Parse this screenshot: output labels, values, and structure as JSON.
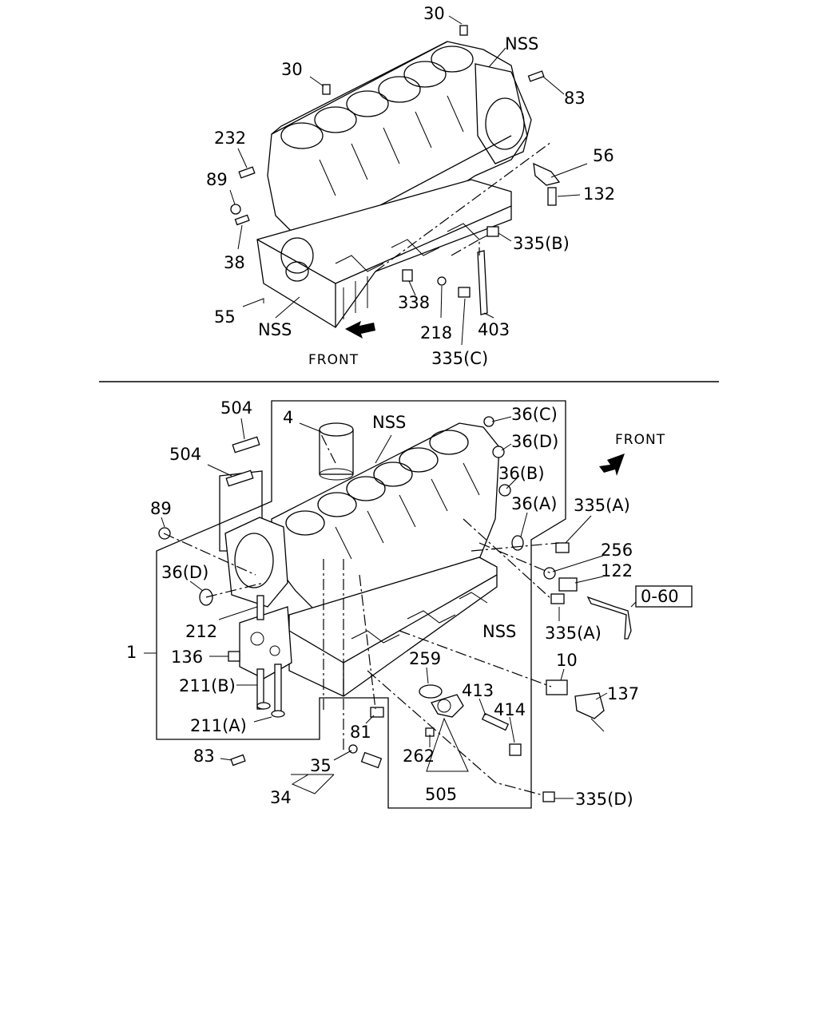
{
  "diagram": {
    "top_section": {
      "callouts": [
        "30",
        "30",
        "NSS",
        "83",
        "232",
        "89",
        "56",
        "132",
        "38",
        "335(B)",
        "338",
        "55",
        "NSS",
        "218",
        "403",
        "335(C)"
      ],
      "direction_label": "FRONT"
    },
    "bottom_section": {
      "callouts": [
        "504",
        "4",
        "NSS",
        "36(C)",
        "36(D)",
        "504",
        "36(B)",
        "89",
        "36(A)",
        "335(A)",
        "256",
        "36(D)",
        "122",
        "212",
        "335(A)",
        "NSS",
        "1",
        "136",
        "259",
        "10",
        "211(B)",
        "413",
        "137",
        "414",
        "211(A)",
        "81",
        "83",
        "262",
        "35",
        "505",
        "34",
        "335(D)"
      ],
      "reference_box": "0-60",
      "direction_label": "FRONT"
    }
  }
}
